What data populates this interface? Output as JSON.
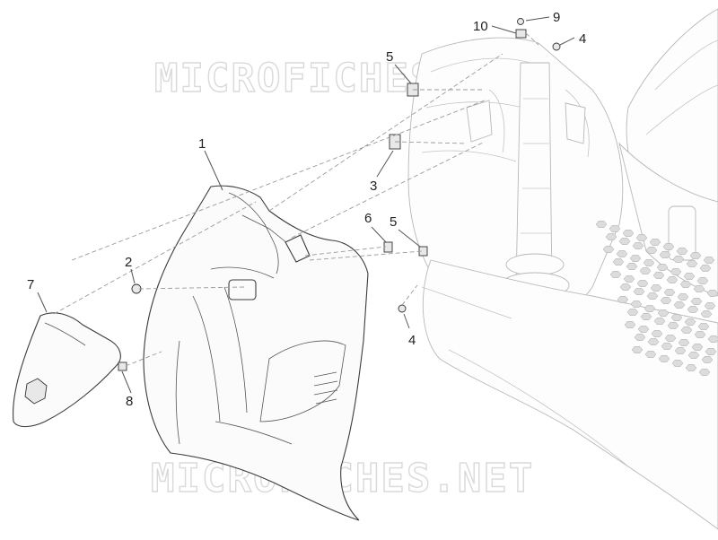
{
  "watermark": {
    "top": "MICROFICHES.NET",
    "bottom": "MICROFICHES.NET"
  },
  "callouts": [
    {
      "id": "c1a",
      "label": "1"
    },
    {
      "id": "c2",
      "label": "2"
    },
    {
      "id": "c3",
      "label": "3"
    },
    {
      "id": "c4a",
      "label": "4"
    },
    {
      "id": "c4b",
      "label": "4"
    },
    {
      "id": "c5a",
      "label": "5"
    },
    {
      "id": "c5b",
      "label": "5"
    },
    {
      "id": "c6",
      "label": "6"
    },
    {
      "id": "c7",
      "label": "7"
    },
    {
      "id": "c8",
      "label": "8"
    },
    {
      "id": "c9",
      "label": "9"
    },
    {
      "id": "c10",
      "label": "10"
    }
  ]
}
